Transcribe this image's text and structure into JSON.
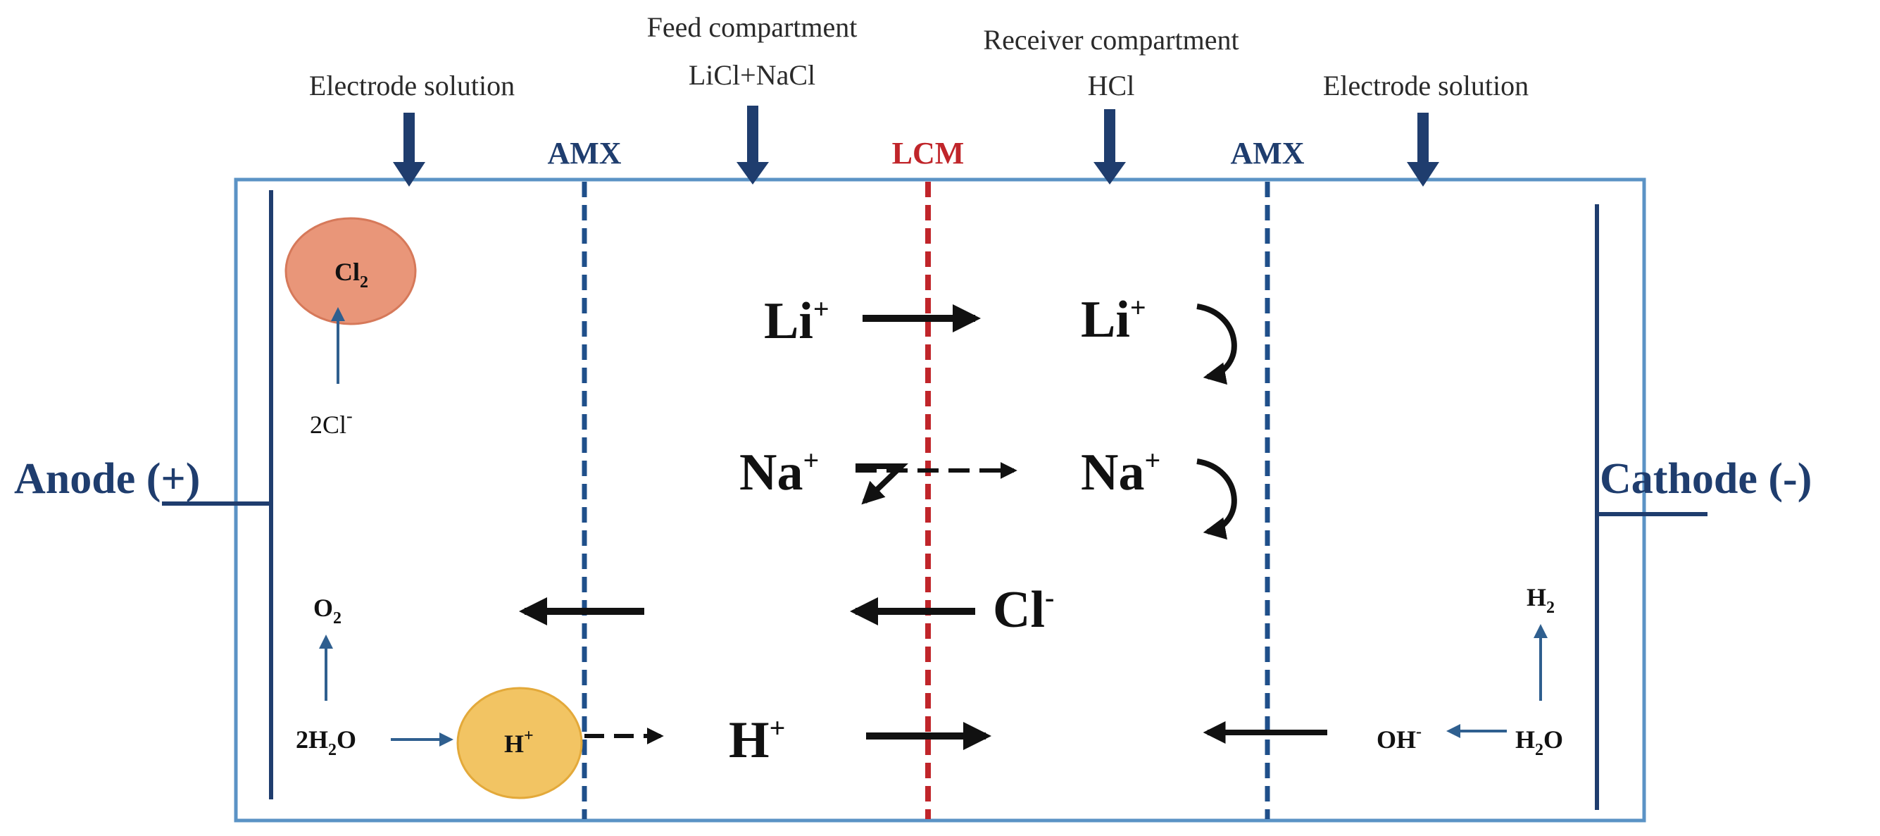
{
  "colors": {
    "frame": "#5b93c5",
    "electrode": "#1f3d6e",
    "amx": "#1f4f8a",
    "lcm": "#c0252a",
    "feed_arrow": "#1f3d6e",
    "small_arrow": "#2f5f8f",
    "cl2_bubble": "#e99679",
    "h_bubble": "#f2c463"
  },
  "headers": {
    "left_electrode": "Electrode solution",
    "feed_line1": "Feed compartment",
    "feed_line2": "LiCl+NaCl",
    "receiver_line1": "Receiver compartment",
    "receiver_line2": "HCl",
    "right_electrode": "Electrode solution"
  },
  "membranes": {
    "amx_left": "AMX",
    "lcm": "LCM",
    "amx_right": "AMX"
  },
  "electrodes": {
    "anode": "Anode (+)",
    "cathode": "Cathode (-)"
  },
  "anode_side": {
    "cl2": {
      "base": "Cl",
      "sub": "2"
    },
    "two_cl": {
      "base": "2Cl",
      "sup": "-"
    },
    "o2": {
      "base": "O",
      "sub": "2"
    },
    "two_h2o": {
      "pre": "2H",
      "sub": "2",
      "post": "O"
    },
    "h_plus": {
      "base": "H",
      "sup": "+"
    }
  },
  "cathode_side": {
    "h2": {
      "base": "H",
      "sub": "2"
    },
    "oh": {
      "base": "OH",
      "sup": "-"
    },
    "h2o": {
      "pre": "H",
      "sub": "2",
      "post": "O"
    }
  },
  "ions": {
    "li_feed": {
      "base": "Li",
      "sup": "+"
    },
    "li_recv": {
      "base": "Li",
      "sup": "+"
    },
    "na_feed": {
      "base": "Na",
      "sup": "+"
    },
    "na_recv": {
      "base": "Na",
      "sup": "+"
    },
    "cl_recv": {
      "base": "Cl",
      "sup": "-"
    },
    "h_feed": {
      "base": "H",
      "sup": "+"
    }
  }
}
